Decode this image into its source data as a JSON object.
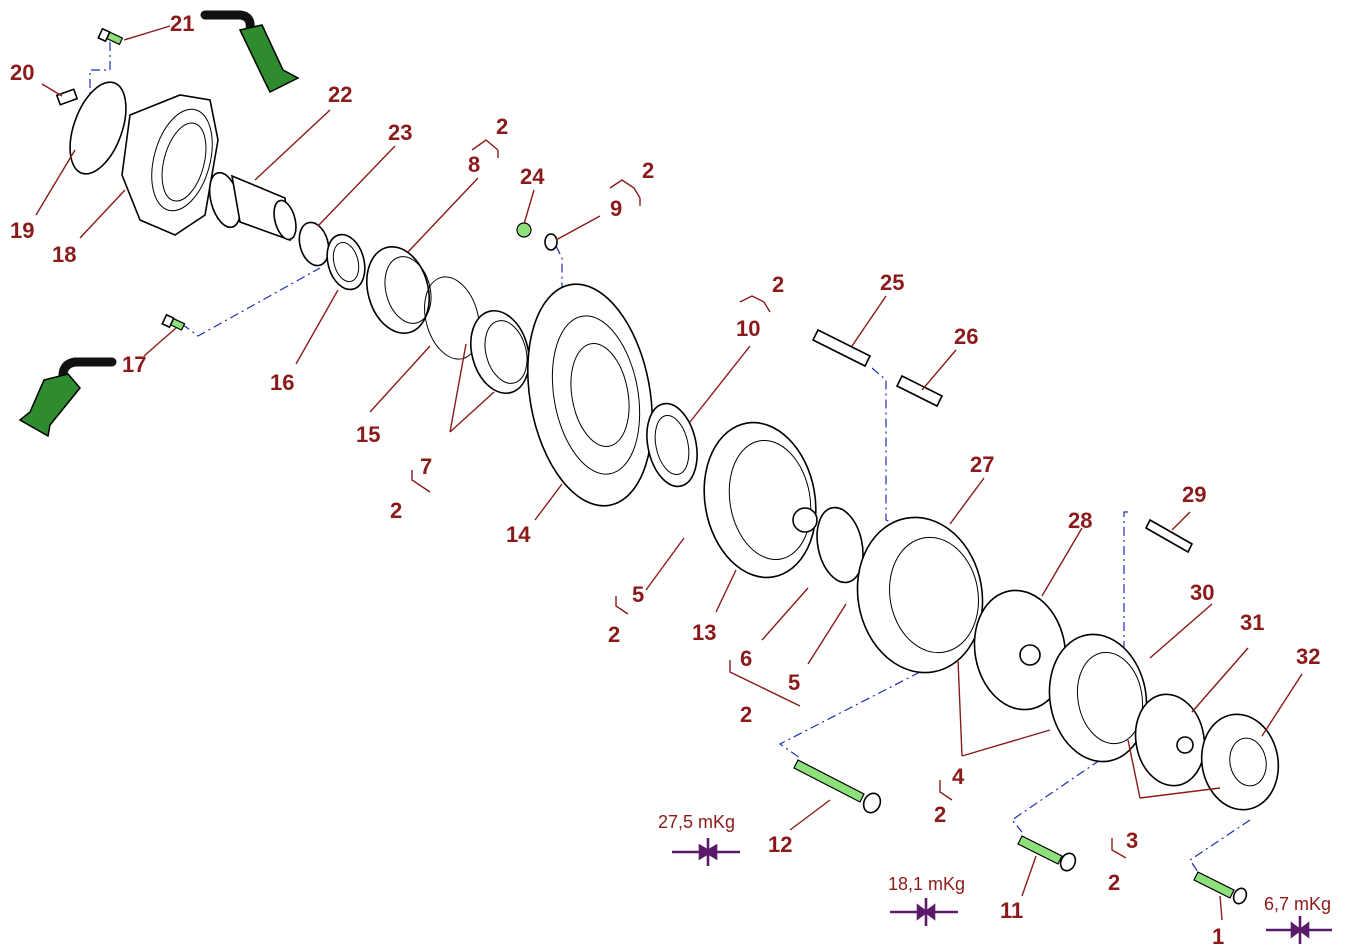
{
  "labels": {
    "l1": "1",
    "l2": "2",
    "l3": "3",
    "l4": "4",
    "l5": "5",
    "l5b": "5",
    "l6": "6",
    "l7": "7",
    "l8": "8",
    "l9": "9",
    "l10": "10",
    "l11": "11",
    "l12": "12",
    "l13": "13",
    "l14": "14",
    "l15": "15",
    "l16": "16",
    "l17": "17",
    "l18": "18",
    "l19": "19",
    "l20": "20",
    "l21": "21",
    "l22": "22",
    "l23": "23",
    "l24": "24",
    "l25": "25",
    "l26": "26",
    "l27": "27",
    "l28": "28",
    "l29": "29",
    "l30": "30",
    "l31": "31",
    "l32": "32"
  },
  "quantities": {
    "q8": "2",
    "q9": "2",
    "q10": "2",
    "q7": "2",
    "q5a": "2",
    "q5b": "2",
    "q4": "2",
    "q3": "2"
  },
  "torques": {
    "t12": "27,5 mKg",
    "t11": "18,1 mKg",
    "t1": "6,7 mKg"
  },
  "colors": {
    "label": "#8b1a1a",
    "leader_dash": "#1a2fb5",
    "sealant_tube": "#2e8b2e",
    "bolt_thread": "#8ee07a",
    "torque_arrow": "#5a1a6a"
  },
  "icons": [
    "sealant-tube-icon",
    "torque-arrow-icon"
  ]
}
